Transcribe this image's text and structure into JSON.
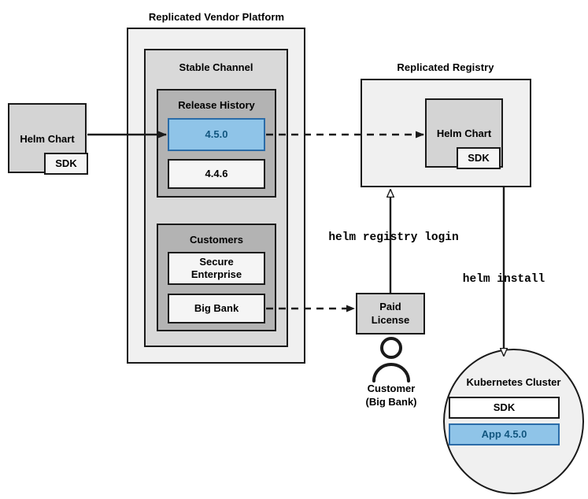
{
  "diagram": {
    "title_vendor_platform": "Replicated Vendor Platform",
    "title_registry": "Replicated Registry",
    "vendor_platform": {
      "channel": {
        "label": "Stable Channel",
        "release_history": {
          "label": "Release History",
          "releases": [
            {
              "version": "4.5.0",
              "highlighted": true
            },
            {
              "version": "4.4.6",
              "highlighted": false
            }
          ]
        },
        "customers": {
          "label": "Customers",
          "entries": [
            {
              "name": "Secure\nEnterprise"
            },
            {
              "name": "Big Bank"
            }
          ]
        }
      }
    },
    "source_chart": {
      "label": "Helm Chart",
      "sdk_label": "SDK"
    },
    "registry": {
      "chart_label": "Helm Chart",
      "sdk_label": "SDK"
    },
    "paid_license": {
      "label": "Paid\nLicense"
    },
    "customer_actor": {
      "caption": "Customer\n(Big Bank)"
    },
    "cluster": {
      "label": "Kubernetes Cluster",
      "components": [
        {
          "name": "SDK",
          "highlighted": false
        },
        {
          "name": "App 4.5.0",
          "highlighted": true
        }
      ]
    },
    "commands": {
      "registry_login": "helm registry login",
      "install": "helm install"
    },
    "colors": {
      "stroke": "#1a1a1a",
      "outer_fill": "#f0f0f0",
      "channel_fill": "#d9d9d9",
      "group_fill": "#b3b3b3",
      "item_fill": "#f5f5f5",
      "chart_fill": "#d4d4d4",
      "highlight_fill": "#8fc4e8",
      "highlight_stroke": "#2b6ca8",
      "highlight_text": "#12567f"
    }
  }
}
